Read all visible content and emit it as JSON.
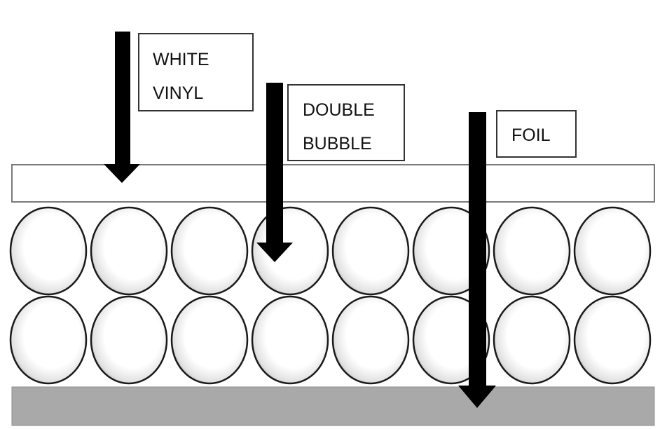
{
  "labels": {
    "white_vinyl": [
      "WHITE",
      "VINYL"
    ],
    "double_bubble": [
      "DOUBLE",
      "BUBBLE"
    ],
    "foil": [
      "FOIL"
    ]
  },
  "layers": [
    "white-vinyl",
    "double-bubble",
    "foil"
  ],
  "bubble_rows": 2,
  "bubbles_per_row": 8,
  "colors": {
    "vinyl_fill": "#ffffff",
    "vinyl_stroke": "#777777",
    "foil_fill": "#a9a9a9",
    "bubble_stroke": "#1a1a1a",
    "bubble_shade": "#bdbdbd",
    "arrow": "#000000",
    "label_border": "#333333"
  }
}
